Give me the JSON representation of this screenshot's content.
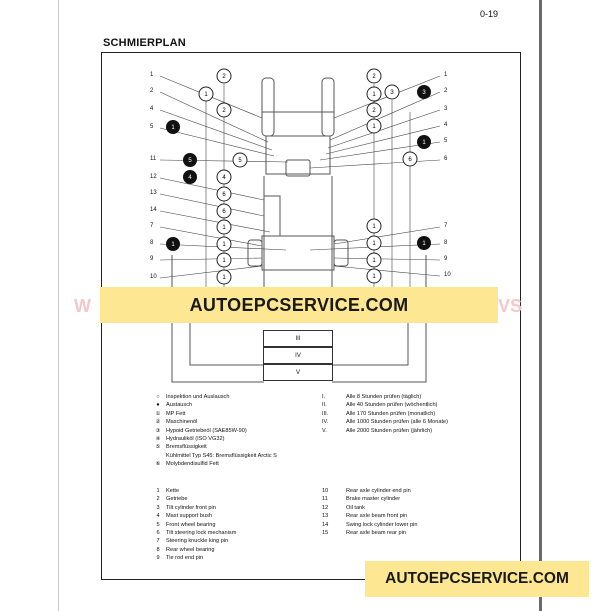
{
  "page_number": "0-19",
  "title": "SCHMIERPLAN",
  "watermark": "AUTOEPCSERVICE.COM",
  "watermark_bottom": "AUTOEPCSERVICE.COM",
  "faint_left": "W",
  "faint_right": "VS",
  "left_labels": [
    "1",
    "2",
    "4",
    "5",
    "11",
    "12",
    "13",
    "14",
    "7",
    "8",
    "9",
    "10"
  ],
  "right_labels": [
    "1",
    "2",
    "3",
    "4",
    "5",
    "6",
    "7",
    "8",
    "9",
    "10"
  ],
  "interval_boxes": [
    "III",
    "IV",
    "V"
  ],
  "legend_symbols": [
    {
      "sym": "○",
      "text": "Inspektion und Auslausch"
    },
    {
      "sym": "●",
      "text": "Austausch"
    },
    {
      "sym": "①",
      "text": "MP Fett"
    },
    {
      "sym": "②",
      "text": "Maschinenöl"
    },
    {
      "sym": "③",
      "text": "Hypoid Getriebeöl (SAE85W-90)"
    },
    {
      "sym": "④",
      "text": "Hydrauliköl (ISO VG32)"
    },
    {
      "sym": "⑤",
      "text": "Bremsflüssigkeit"
    },
    {
      "sym": "",
      "text": "Kühlmittel Typ S45: Bremsflüssigkeit Arctic S"
    },
    {
      "sym": "⑥",
      "text": "Molybdendisulfid Fett"
    }
  ],
  "intervals": [
    {
      "num": "I.",
      "text": "Alle 8 Stunden prüfen (täglich)"
    },
    {
      "num": "II.",
      "text": "Alle 40 Stunden prüfen (wöchentlich)"
    },
    {
      "num": "III.",
      "text": "Alle 170 Stunden prüfen (monatlich)"
    },
    {
      "num": "IV.",
      "text": "Alle 1000 Stunden prüfen (alle 6 Monate)"
    },
    {
      "num": "V.",
      "text": "Alle 2000 Stunden prüfen (jährlich)"
    }
  ],
  "parts_left": [
    {
      "num": "1",
      "text": "Kette"
    },
    {
      "num": "2",
      "text": "Getriebe"
    },
    {
      "num": "3",
      "text": "Tilt cylinder front pin"
    },
    {
      "num": "4",
      "text": "Mast support bush"
    },
    {
      "num": "5",
      "text": "Front wheel bearing"
    },
    {
      "num": "6",
      "text": "Tilt steering lock mechanism"
    },
    {
      "num": "7",
      "text": "Steering knuckle king pin"
    },
    {
      "num": "8",
      "text": "Rear wheel bearing"
    },
    {
      "num": "9",
      "text": "Tie rod end pin"
    }
  ],
  "parts_right": [
    {
      "num": "10",
      "text": "Rear axle cylinder end pin"
    },
    {
      "num": "11",
      "text": "Brake master cylinder"
    },
    {
      "num": "12",
      "text": "Oil tank"
    },
    {
      "num": "13",
      "text": "Rear axle beam front pin"
    },
    {
      "num": "14",
      "text": "Swing lock cylinder lower pin"
    },
    {
      "num": "15",
      "text": "Rear axle beam rear pin"
    }
  ]
}
